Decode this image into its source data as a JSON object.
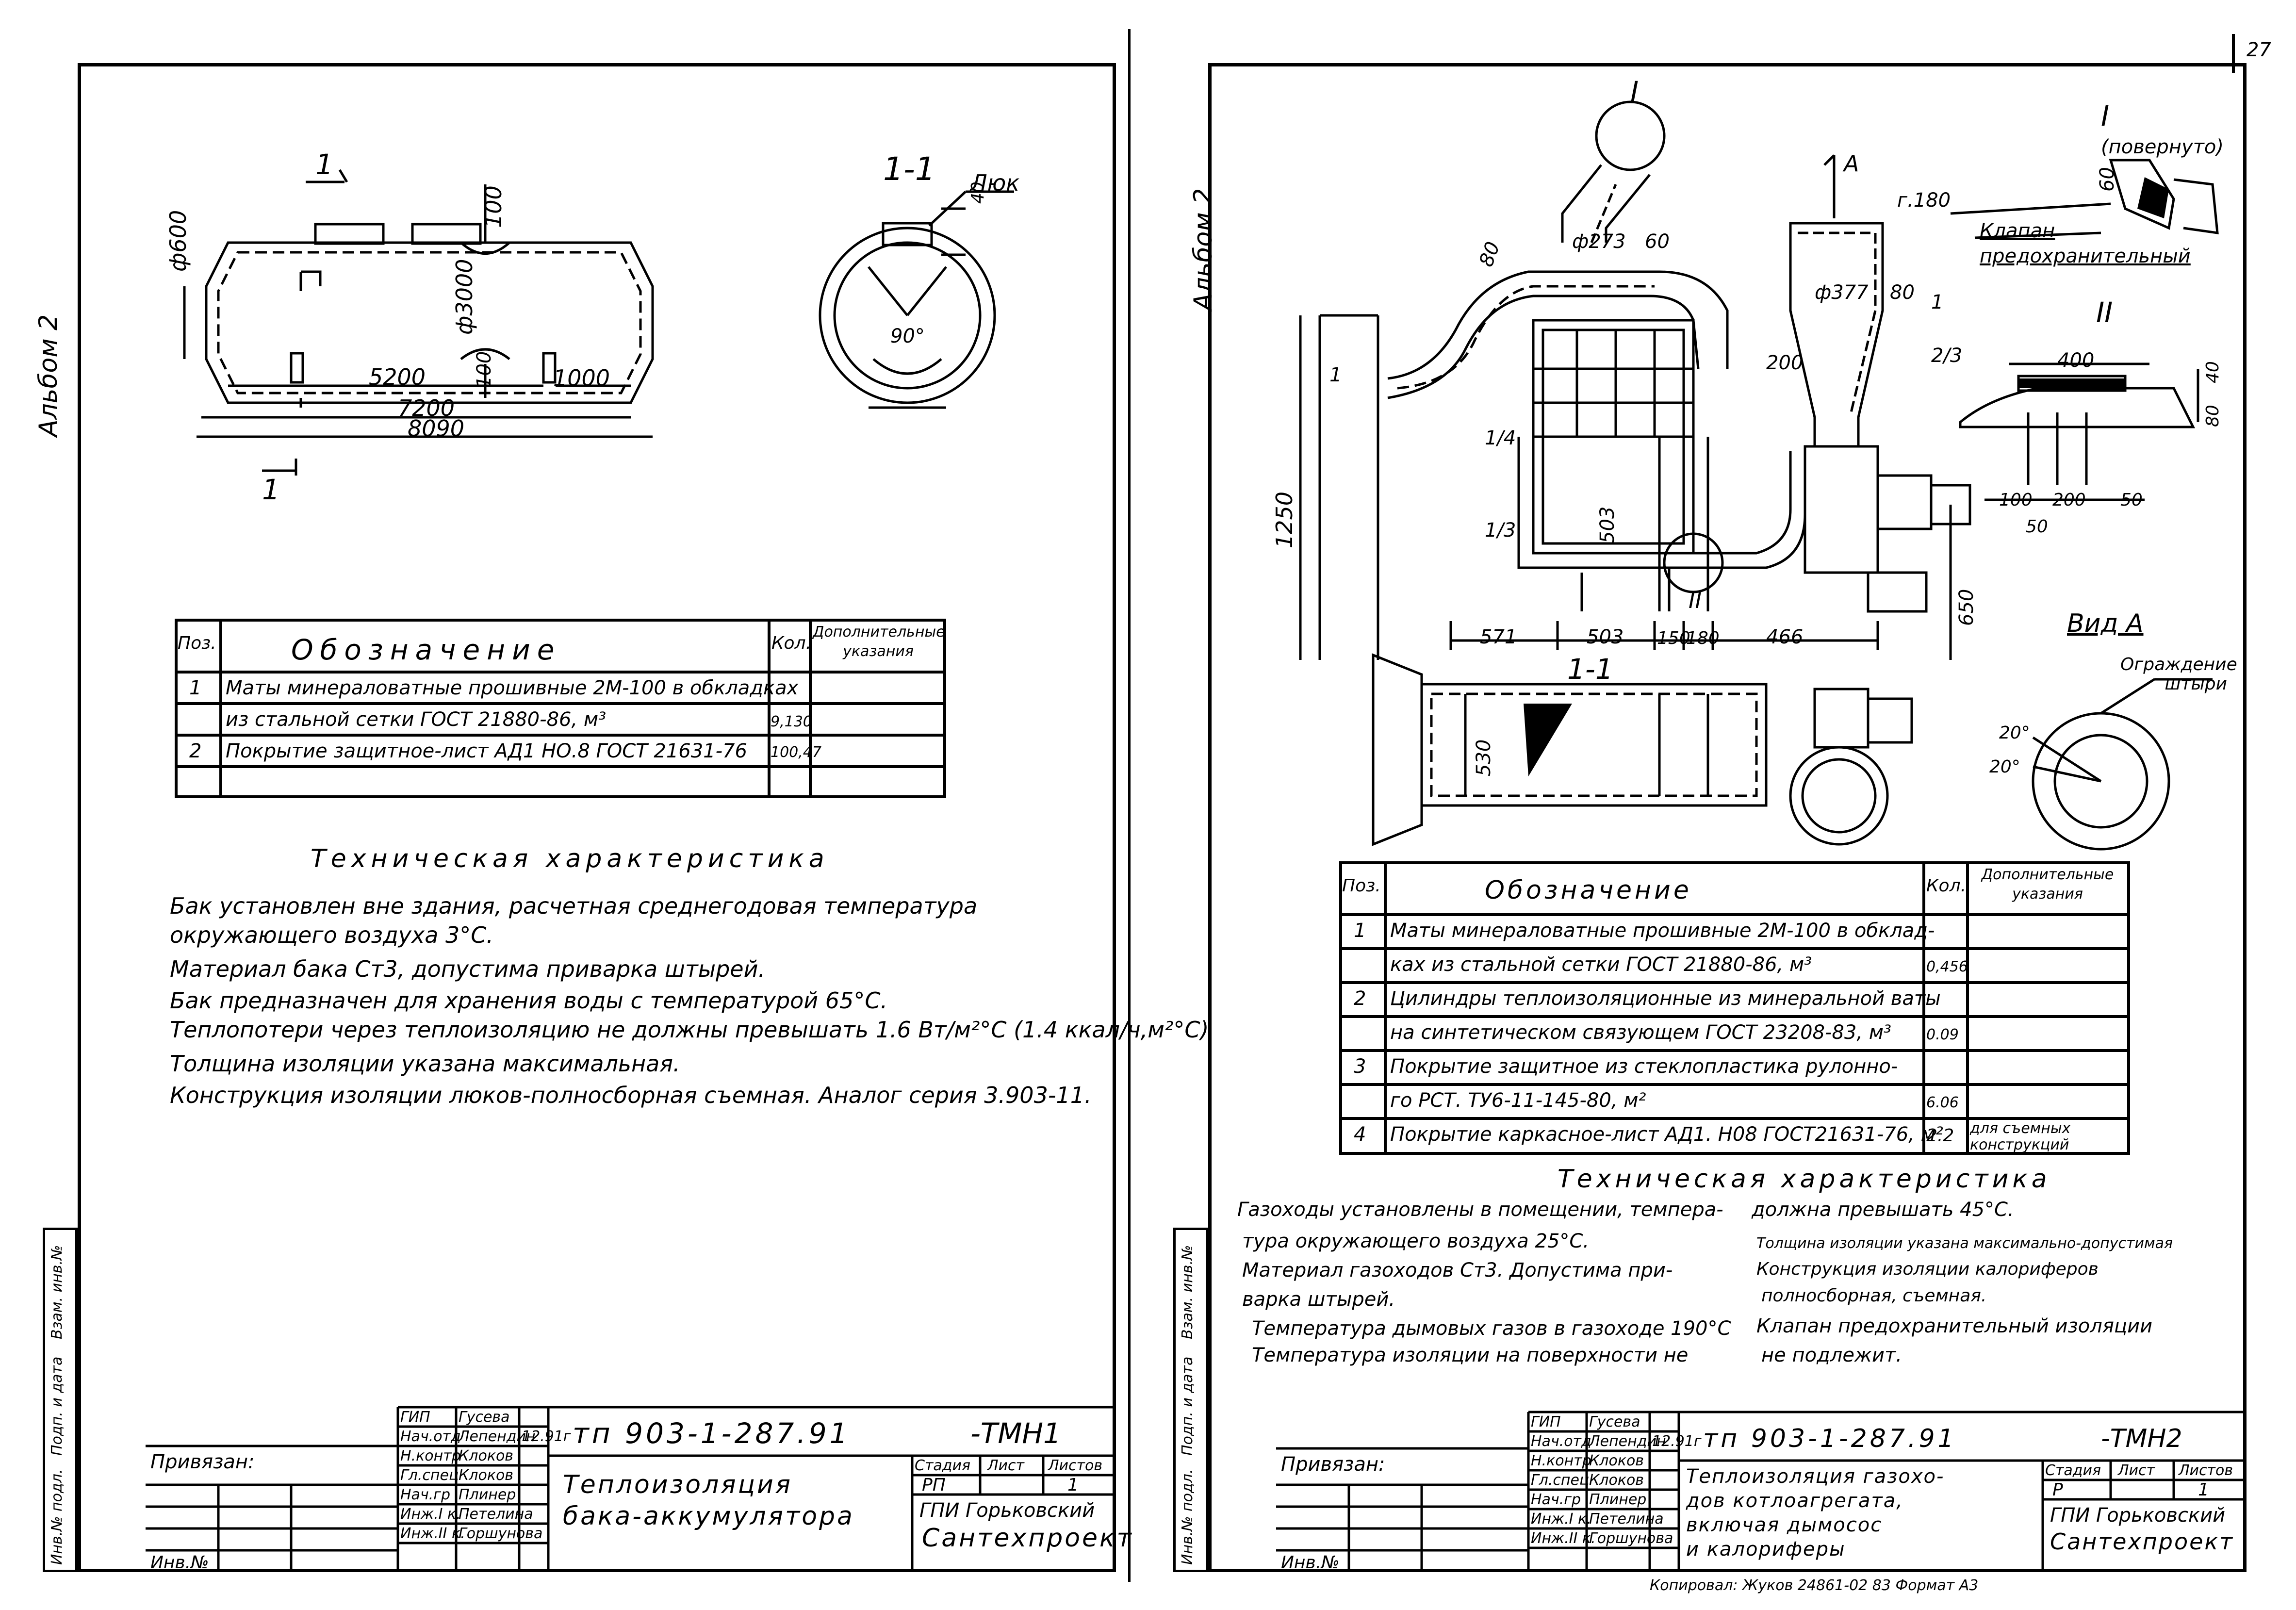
{
  "page_number": "27",
  "left": {
    "album_label": "Альбом 2",
    "section_mark": "1",
    "section_title": "1-1",
    "hatch_label": "Люк",
    "dims": {
      "d600": "ф600",
      "d3000": "ф3000",
      "d5200": "5200",
      "d7200": "7200",
      "d8090": "8090",
      "d1000": "1000",
      "d100a": "100",
      "d100b": "100",
      "d40": "40",
      "d90": "90°"
    },
    "table": {
      "headers": {
        "pos": "Поз.",
        "name": "Обозначение",
        "qty": "Кол.",
        "extra": "Дополнительные указания"
      },
      "rows": [
        {
          "pos": "1",
          "name": "Маты минераловатные прошивные 2М-100 в обкладках",
          "qty": "",
          "extra": ""
        },
        {
          "pos": "",
          "name": "из стальной сетки ГОСТ 21880-86, м³",
          "qty": "9,130",
          "extra": ""
        },
        {
          "pos": "2",
          "name": "Покрытие защитное-лист АД1 НО.8 ГОСТ 21631-76",
          "qty": "100,47",
          "extra": ""
        },
        {
          "pos": "",
          "name": "",
          "qty": "",
          "extra": ""
        }
      ]
    },
    "tech_title": "Техническая характеристика",
    "tech_lines": [
      "Бак установлен вне здания, расчетная среднегодовая температура",
      "окружающего воздуха 3°С.",
      "Материал бака Ст3, допустима приварка штырей.",
      "Бак предназначен для хранения воды с температурой 65°С.",
      "Теплопотери через теплоизоляцию не должны превышать 1.6 Вт/м²°С (1.4 ккал/ч,м²°С)",
      "Толщина изоляции указана максимальная.",
      "Конструкция изоляции люков-полносборная съемная. Аналог серия 3.903-11."
    ],
    "margin_labels": [
      "Инв.№ подл.",
      "Подп. и дата",
      "Взам. инв.№"
    ],
    "stamp": {
      "privyazan": "Привязан:",
      "inv": "Инв.№",
      "roles": [
        "ГИП",
        "Нач.отд",
        "Н.контр",
        "Гл.спец",
        "Нач.гр",
        "Инж.I к.",
        "Инж.II к."
      ],
      "names": [
        "Гусева",
        "Лепендин",
        "Клоков",
        "Клоков",
        "Плинер",
        "Петелина",
        "Горшунова"
      ],
      "date": "12.91г",
      "doc_code": "тп 903-1-287.91",
      "sheet_code": "-ТМН1",
      "title_lines": [
        "Теплоизоляция",
        "бака-аккумулятора"
      ],
      "stage_header": "Стадия",
      "sheet_header": "Лист",
      "sheets_header": "Листов",
      "stage": "РП",
      "sheets": "1",
      "org_lines": [
        "ГПИ Горьковский",
        "Сантехпроект"
      ]
    }
  },
  "right": {
    "album_label": "Альбом 2",
    "marks": {
      "node1": "I",
      "node2": "II",
      "arrowA": "А",
      "sec1": "1",
      "sec1b": "1",
      "section_title": "1-1",
      "view_title": "Вид А",
      "node1_title": "I",
      "node1_sub": "(повернуто)",
      "node2_title": "II",
      "valve_label": "Клапан предохранительный",
      "fence_label": "Ограждение штыри"
    },
    "dims": {
      "d273": "ф273",
      "d377": "ф377",
      "d60": "60",
      "d80a": "80",
      "d80b": "80",
      "d200": "200",
      "d1250": "1250",
      "d571": "571",
      "d503a": "503",
      "d503b": "503",
      "d150": "150",
      "d180": "180",
      "d466": "466",
      "d650": "650",
      "d530": "530",
      "g180": "г.180",
      "n400": "400",
      "n100": "100",
      "n200": "200",
      "n50a": "50",
      "n50b": "50",
      "n40": "40",
      "n80": "80",
      "n60": "60",
      "a20a": "20°",
      "a20b": "20°",
      "c2_3": "2/3",
      "c1_4": "1/4",
      "c1_3": "1/3"
    },
    "table": {
      "headers": {
        "pos": "Поз.",
        "name": "Обозначение",
        "qty": "Кол.",
        "extra": "Дополнительные указания"
      },
      "rows": [
        {
          "pos": "1",
          "name": "Маты минераловатные прошивные 2М-100 в обклад-",
          "qty": "",
          "extra": ""
        },
        {
          "pos": "",
          "name": "ках из стальной сетки ГОСТ 21880-86, м³",
          "qty": "0,456",
          "extra": ""
        },
        {
          "pos": "2",
          "name": "Цилиндры теплоизоляционные из минеральной ваты",
          "qty": "",
          "extra": ""
        },
        {
          "pos": "",
          "name": "на синтетическом связующем ГОСТ 23208-83, м³",
          "qty": "0.09",
          "extra": ""
        },
        {
          "pos": "3",
          "name": "Покрытие защитное из стеклопластика рулонно-",
          "qty": "",
          "extra": ""
        },
        {
          "pos": "",
          "name": "го РСТ. ТУ6-11-145-80, м²",
          "qty": "6.06",
          "extra": ""
        },
        {
          "pos": "4",
          "name": "Покрытие каркасное-лист АД1. Н08 ГОСТ21631-76, м²",
          "qty": "2.2",
          "extra": "для съемных конструкций"
        }
      ]
    },
    "tech_title": "Техническая характеристика",
    "tech_left": [
      "Газоходы установлены в помещении, темпера-",
      "тура окружающего воздуха 25°С.",
      "Материал газоходов Ст3. Допустима при-",
      "варка штырей.",
      "Температура дымовых газов в газоходе 190°С",
      "Температура изоляции на поверхности не"
    ],
    "tech_right": [
      "должна превышать 45°С.",
      "Толщина изоляции указана максимально-допустимая",
      "Конструкция изоляции калориферов",
      "полносборная, съемная.",
      "Клапан предохранительный изоляции",
      "не подлежит."
    ],
    "margin_labels": [
      "Инв.№ подл.",
      "Подп. и дата",
      "Взам. инв.№"
    ],
    "stamp": {
      "privyazan": "Привязан:",
      "inv": "Инв.№",
      "roles": [
        "ГИП",
        "Нач.отд",
        "Н.контр",
        "Гл.спец",
        "Нач.гр",
        "Инж.I к.",
        "Инж.II к."
      ],
      "names": [
        "Гусева",
        "Лепендин",
        "Клоков",
        "Клоков",
        "Плинер",
        "Петелина",
        "Горшунова"
      ],
      "date": "12.91г",
      "doc_code": "тп 903-1-287.91",
      "sheet_code": "-ТМН2",
      "title_lines": [
        "Теплоизоляция газохо-",
        "дов котлоагрегата,",
        "включая дымосос",
        "и калориферы"
      ],
      "stage_header": "Стадия",
      "sheet_header": "Лист",
      "sheets_header": "Листов",
      "stage": "Р",
      "sheets": "1",
      "org_lines": [
        "ГПИ Горьковский",
        "Сантехпроект"
      ],
      "footer": "Копировал: Жуков    24861-02   83   Формат А3"
    }
  }
}
